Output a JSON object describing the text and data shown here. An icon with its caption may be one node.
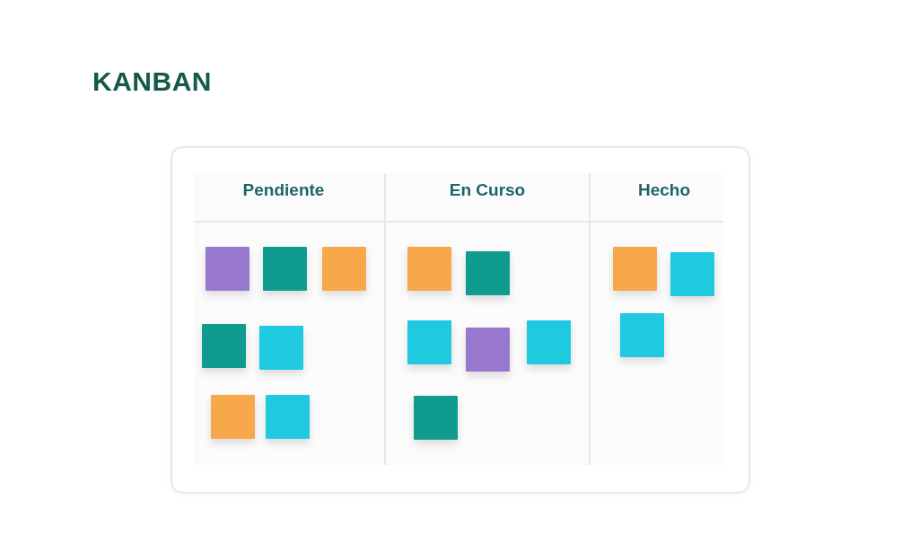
{
  "diagram": {
    "title": "KANBAN",
    "nodes": [
      {
        "text": [],
        "shape": "box"
      },
      {
        "text": [
          "Pendiente"
        ],
        "in": 0
      },
      {
        "text": [],
        "shape": "box",
        "in": 1
      },
      {
        "text": [],
        "shape": "box",
        "in": 1
      },
      {
        "text": [],
        "shape": "box",
        "in": 1
      },
      {
        "text": [],
        "shape": "box",
        "in": 1
      },
      {
        "text": [],
        "shape": "box",
        "in": 1
      },
      {
        "text": [],
        "shape": "box",
        "in": 1
      },
      {
        "text": [],
        "shape": "box",
        "in": 1
      },
      {
        "text": [
          "En Curso"
        ],
        "in": 0
      },
      {
        "text": [],
        "shape": "box",
        "in": 9
      },
      {
        "text": [],
        "shape": "box",
        "in": 9
      },
      {
        "text": [],
        "shape": "box",
        "in": 9
      },
      {
        "text": [],
        "shape": "box",
        "in": 9
      },
      {
        "text": [],
        "shape": "box",
        "in": 9
      },
      {
        "text": [],
        "shape": "box",
        "in": 9
      },
      {
        "text": [
          "Hecho"
        ],
        "in": 0
      },
      {
        "text": [],
        "shape": "box",
        "in": 16
      },
      {
        "text": [],
        "shape": "box",
        "in": 16
      },
      {
        "text": [],
        "shape": "box",
        "in": 16
      }
    ]
  }
}
